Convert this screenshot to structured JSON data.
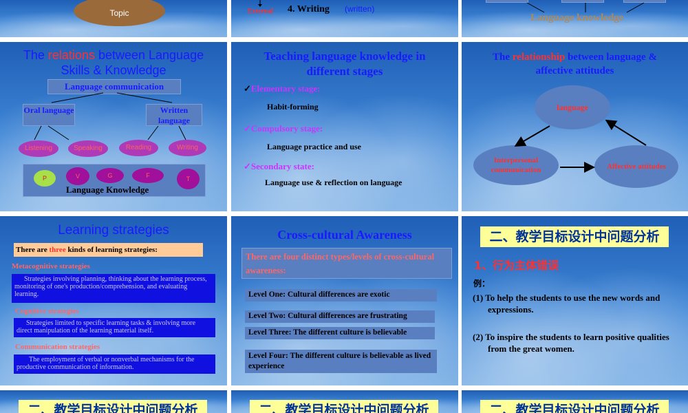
{
  "row0": {
    "s1": {
      "topic_label": "Topic"
    },
    "s2": {
      "external": "External",
      "writing": "4. Writing",
      "written": "(written)"
    },
    "s3": {
      "language_knowledge": "Language knowledge"
    }
  },
  "s4": {
    "title_pre": "The ",
    "title_red": "relations",
    "title_post": " between Language",
    "title_line2": "Skills & Knowledge",
    "language_communication": "Language communication",
    "oral": "Oral language",
    "written": "Written language",
    "skills": [
      "Listening",
      "Speaking",
      "Reading",
      "Writing"
    ],
    "knowledge_ovals": [
      "P",
      "V",
      "G",
      "F",
      "T"
    ],
    "language_knowledge": "Language Knowledge"
  },
  "s5": {
    "title_line1": "Teaching language knowledge in",
    "title_line2": "different stages",
    "stages": [
      {
        "name": "Elementary stage:",
        "desc": "Habit-forming"
      },
      {
        "name": "Compulsory stage:",
        "desc": "Language practice and use"
      },
      {
        "name": "Secondary state:",
        "desc": "Language use & reflection on language"
      }
    ],
    "check": "✓"
  },
  "s6": {
    "title_pre": "The ",
    "title_red": "relationship",
    "title_post": " between language &",
    "title_line2": "affective attitudes",
    "language": "language",
    "interpersonal": "Interpersonal communication",
    "affective": "Affective attitudes"
  },
  "s7": {
    "title": "Learning strategies",
    "intro_pre": "There are ",
    "intro_red": "three",
    "intro_post": " kinds of learning strategies:",
    "strategies": [
      {
        "name": "Metacognitive strategies",
        "desc": "Strategies involving planning, thinking about the learning process, monitoring of one's production/comprehension, and evaluating learning."
      },
      {
        "name": "Cognitive strategies",
        "desc": "Strategies limited to specific learning tasks & involving more direct manipulation of the learning material itself."
      },
      {
        "name": "Communication strategies",
        "desc": "The employment of verbal or nonverbal mechanisms for the productive communication of information."
      }
    ]
  },
  "s8": {
    "title": "Cross-cultural Awareness",
    "intro": "There are four distinct types/levels of cross-cultural awareness:",
    "levels": [
      "Level One: Cultural differences are exotic",
      "Level Two: Cultural differences are frustrating",
      "Level Three: The different culture is believable",
      "Level Four: The different culture is believable as lived experience"
    ]
  },
  "s9": {
    "title": "二、教学目标设计中问题分析",
    "subtitle": "1、行为主体错误",
    "example_label": "例：",
    "example1": "(1) To help the students to use the new words and expressions.",
    "example2": "(2) To inspire the students to learn positive qualities from the great women."
  },
  "row3": {
    "title": "二、教学目标设计中问题分析"
  },
  "colors": {
    "title_blue": "#1a1aff",
    "red": "#ff3030",
    "magenta": "#cc33ff",
    "yellow": "#ffff99",
    "accent_brown": "#b08a5a"
  }
}
